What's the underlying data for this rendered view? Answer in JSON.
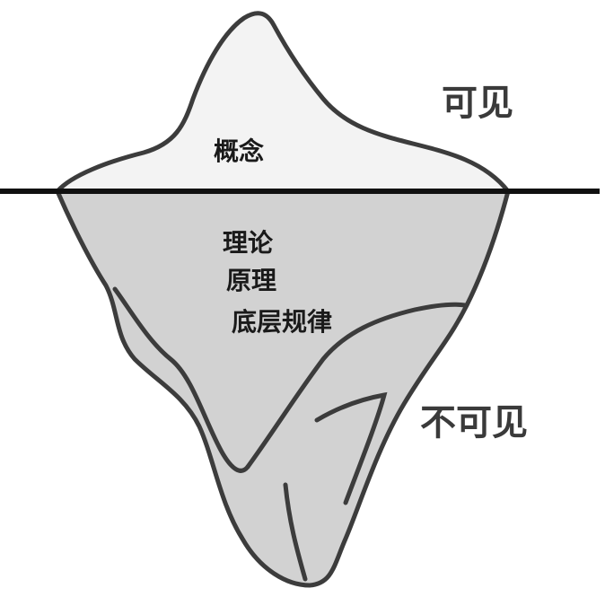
{
  "iceberg": {
    "above_water": {
      "label": "可见",
      "concept": "概念"
    },
    "below_water": {
      "label": "不可见",
      "items": [
        "理论",
        "原理",
        "底层规律"
      ]
    }
  },
  "colors": {
    "above_fill": "#f3f3f3",
    "below_fill": "#d2d2d2",
    "outline": "#3c3c3c",
    "waterline": "#111111"
  }
}
